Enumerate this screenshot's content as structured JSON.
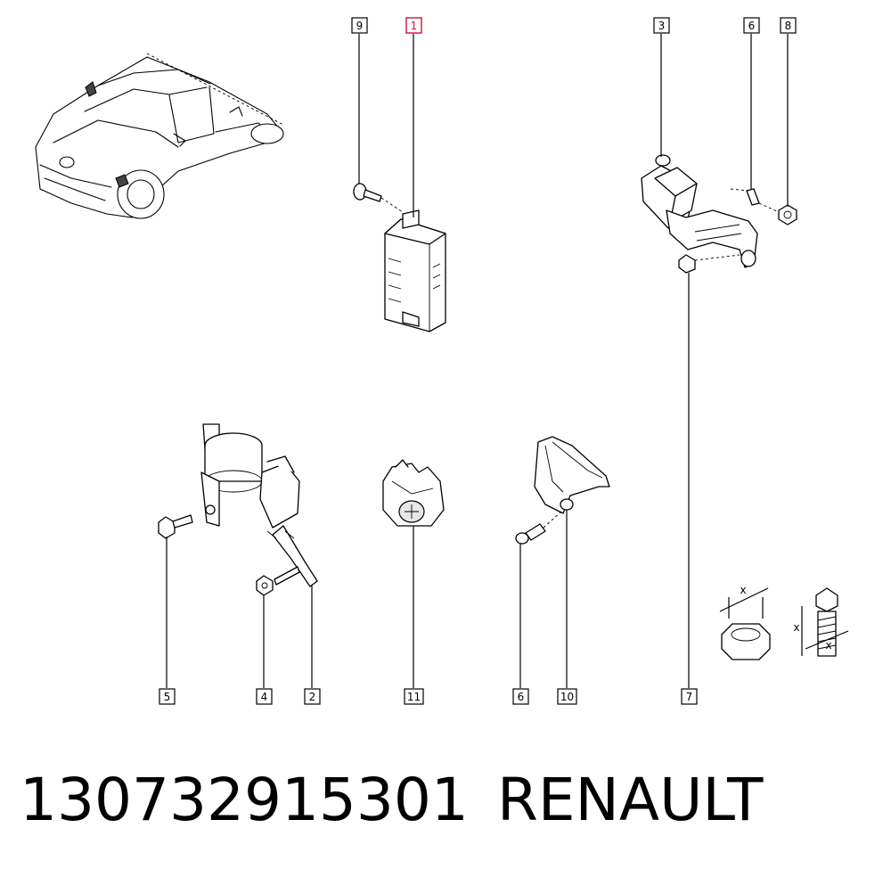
{
  "diagram": {
    "callouts": [
      {
        "id": "c9",
        "label": "9",
        "selected": false
      },
      {
        "id": "c1",
        "label": "1",
        "selected": true
      },
      {
        "id": "c3",
        "label": "3",
        "selected": false
      },
      {
        "id": "c6a",
        "label": "6",
        "selected": false
      },
      {
        "id": "c8",
        "label": "8",
        "selected": false
      },
      {
        "id": "c5",
        "label": "5",
        "selected": false
      },
      {
        "id": "c4",
        "label": "4",
        "selected": false
      },
      {
        "id": "c2",
        "label": "2",
        "selected": false
      },
      {
        "id": "c11",
        "label": "11",
        "selected": false
      },
      {
        "id": "c6b",
        "label": "6",
        "selected": false
      },
      {
        "id": "c10",
        "label": "10",
        "selected": false
      },
      {
        "id": "c7",
        "label": "7",
        "selected": false
      }
    ],
    "torque_marks": [
      "x",
      "x",
      "x"
    ],
    "colors": {
      "selected": "#d0103a",
      "ink": "#000000",
      "paper": "#ffffff"
    }
  },
  "footer": {
    "part_number": "130732915301",
    "brand": "RENAULT"
  }
}
